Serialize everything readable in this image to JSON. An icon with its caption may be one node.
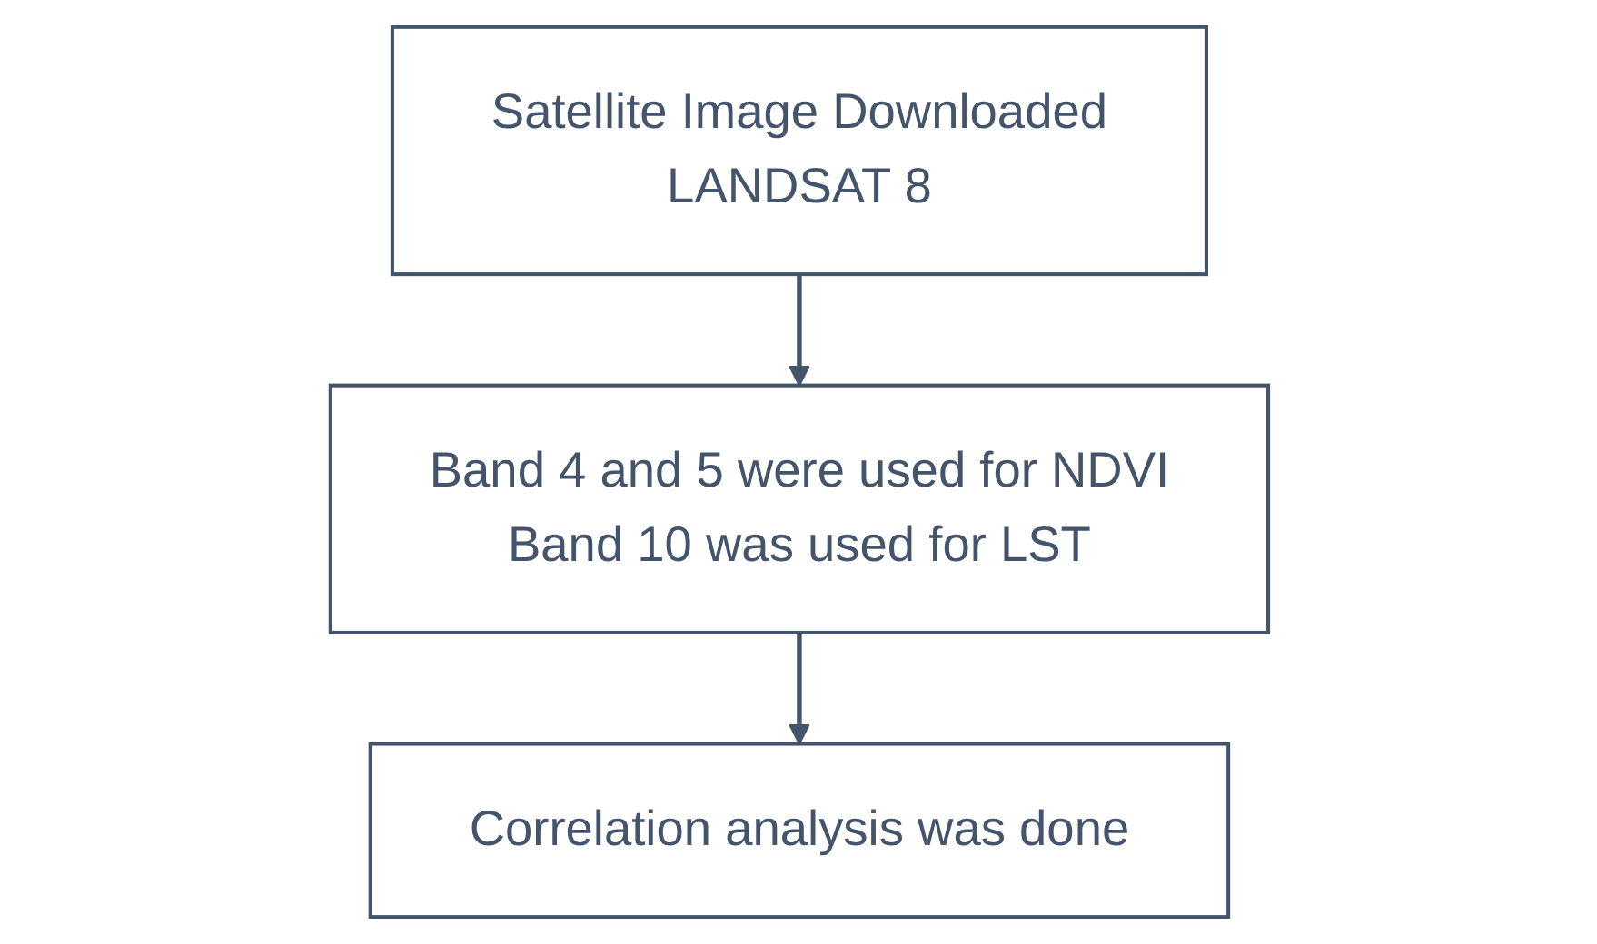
{
  "diagram": {
    "nodes": [
      {
        "text": [
          "Satellite Image Downloaded",
          "LANDSAT 8"
        ]
      },
      {
        "text": [
          "Band 4 and 5 were used for NDVI",
          "Band 10 was used for LST"
        ]
      },
      {
        "text": [
          "Correlation analysis was done"
        ]
      }
    ],
    "edges": [
      {
        "from": 0,
        "to": 1,
        "arrow": "to"
      },
      {
        "from": 1,
        "to": 2,
        "arrow": "to"
      }
    ]
  }
}
